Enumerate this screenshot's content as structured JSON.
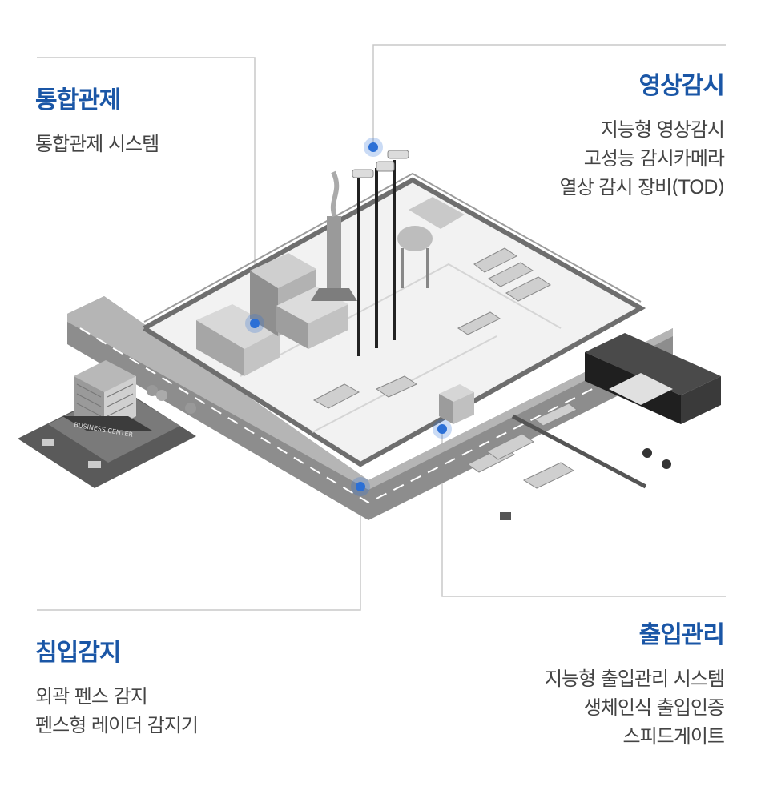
{
  "callouts": {
    "integrated": {
      "title": "통합관제",
      "items": [
        "통합관제 시스템"
      ]
    },
    "video": {
      "title": "영상감시",
      "items": [
        "지능형 영상감시",
        "고성능 감시카메라",
        "열상 감시 장비(TOD)"
      ]
    },
    "intrusion": {
      "title": "침입감지",
      "items": [
        "외곽 펜스 감지",
        "펜스형 레이더 감지기"
      ]
    },
    "access": {
      "title": "출입관리",
      "items": [
        "지능형 출입관리 시스템",
        "생체인식 출입인증",
        "스피드게이트"
      ]
    }
  },
  "colors": {
    "accent": "#1a56a6",
    "marker": "#2b6fd6",
    "line": "#c8c8c8"
  },
  "illustration": {
    "sign_text": "BUSINESS CENTER"
  }
}
